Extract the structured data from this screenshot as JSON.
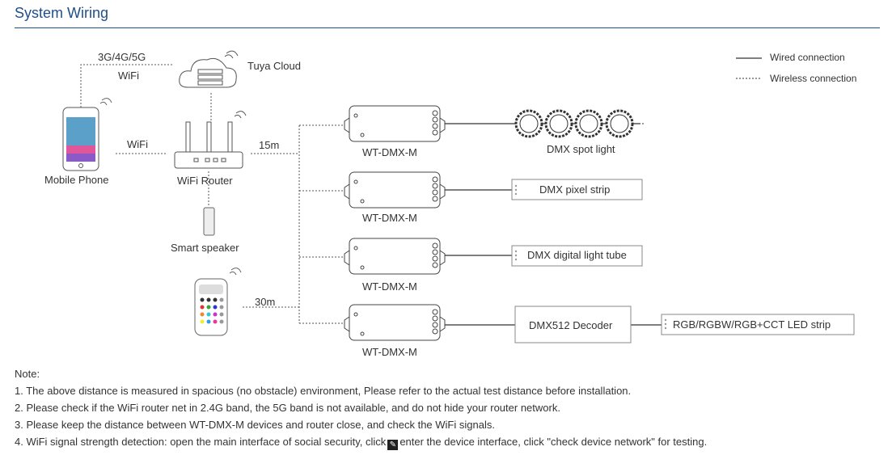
{
  "title": "System Wiring",
  "legend": {
    "wired": "Wired connection",
    "wireless": "Wireless connection"
  },
  "network": {
    "cellular": "3G/4G/5G",
    "wifi_top": "WiFi",
    "cloud": "Tuya Cloud",
    "wifi_mid": "WiFi",
    "phone": "Mobile Phone",
    "router": "WiFi Router",
    "speaker": "Smart speaker",
    "dist_router": "15m",
    "dist_remote": "30m"
  },
  "controllers": [
    "WT-DMX-M",
    "WT-DMX-M",
    "WT-DMX-M",
    "WT-DMX-M"
  ],
  "devices": {
    "spot": "DMX spot light",
    "pixel": "DMX pixel strip",
    "tube": "DMX digital light tube",
    "decoder": "DMX512 Decoder",
    "strip": "RGB/RGBW/RGB+CCT LED strip"
  },
  "notes": {
    "heading": "Note:",
    "n1": "1. The above distance is measured in spacious (no obstacle) environment, Please refer to the actual test distance before installation.",
    "n2": "2. Please check if the WiFi router net in 2.4G band, the 5G band is not available, and do not hide your router network.",
    "n3": "3. Please keep the distance between WT-DMX-M devices and router close, and check the WiFi signals.",
    "n4a": "4. WiFi signal strength detection: open the main interface of social security, click",
    "n4b": "enter the device interface, click \"check device network\" for testing."
  }
}
